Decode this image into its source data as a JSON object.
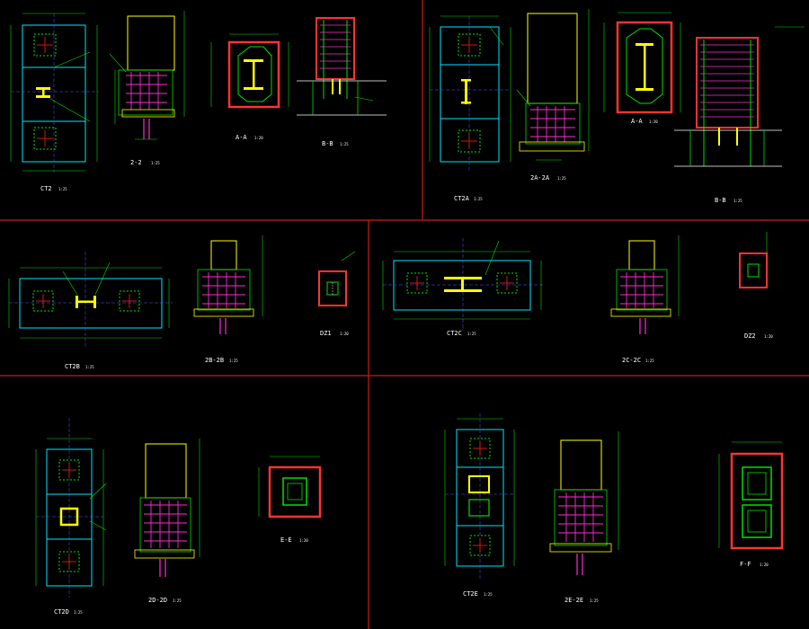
{
  "drawing": {
    "colors": {
      "background": "#000000",
      "frame": "#d01818",
      "outline": "#00e6ff",
      "dimension": "#00e000",
      "column": "#ffff00",
      "rebar": "#ff2bd6",
      "hatch": "#ff3333",
      "text": "#ffffff",
      "axis": "#5a5aff"
    },
    "details": [
      {
        "id": "ct2",
        "title": "CT2",
        "scale": "1:25"
      },
      {
        "id": "s22",
        "title": "2-2",
        "scale": "1:25"
      },
      {
        "id": "saa",
        "title": "A-A",
        "scale": "1:20"
      },
      {
        "id": "sbb",
        "title": "B-B",
        "scale": "1:25"
      },
      {
        "id": "ct2a",
        "title": "CT2A",
        "scale": "1:25"
      },
      {
        "id": "s2a",
        "title": "2A-2A",
        "scale": "1:25"
      },
      {
        "id": "saa2",
        "title": "A-A",
        "scale": "1:20"
      },
      {
        "id": "sbb2",
        "title": "B-B",
        "scale": "1:25"
      },
      {
        "id": "ct2b",
        "title": "CT2B",
        "scale": "1:25"
      },
      {
        "id": "s2b",
        "title": "2B-2B",
        "scale": "1:25"
      },
      {
        "id": "dz1",
        "title": "DZ1",
        "scale": "1:20"
      },
      {
        "id": "ct2c",
        "title": "CT2C",
        "scale": "1:25"
      },
      {
        "id": "s2c",
        "title": "2C-2C",
        "scale": "1:25"
      },
      {
        "id": "dz2",
        "title": "DZ2",
        "scale": "1:20"
      },
      {
        "id": "ct2d",
        "title": "CT2D",
        "scale": "1:25"
      },
      {
        "id": "s2d",
        "title": "2D-2D",
        "scale": "1:25"
      },
      {
        "id": "see",
        "title": "E-E",
        "scale": "1:20"
      },
      {
        "id": "ct2e",
        "title": "CT2E",
        "scale": "1:25"
      },
      {
        "id": "s2e",
        "title": "2E-2E",
        "scale": "1:25"
      },
      {
        "id": "sff",
        "title": "F-F",
        "scale": "1:20"
      }
    ]
  }
}
